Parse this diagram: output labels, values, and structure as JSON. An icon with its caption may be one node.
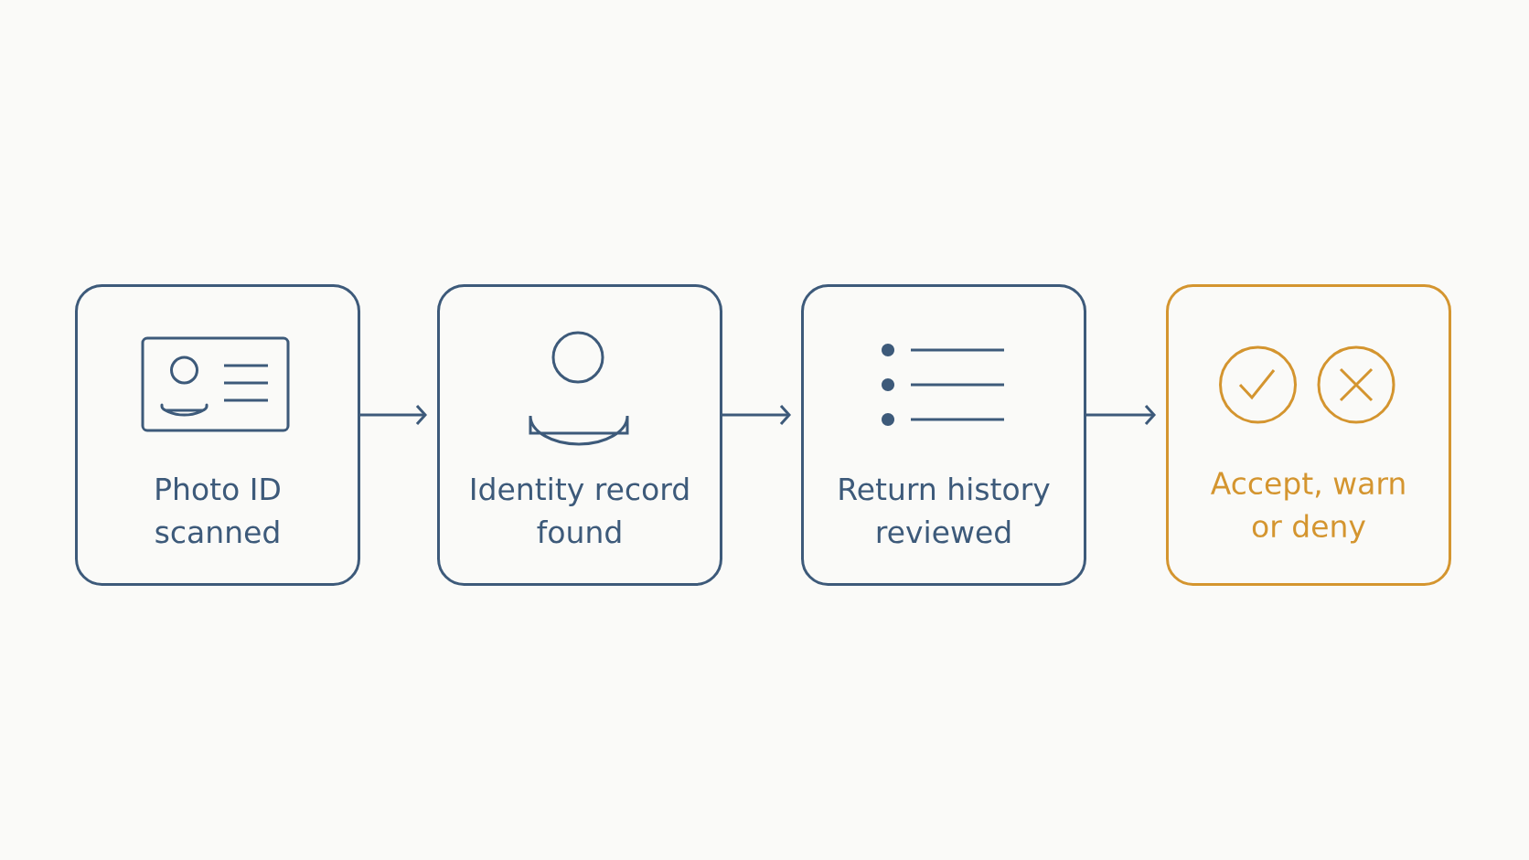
{
  "diagram": {
    "nodes": [
      {
        "text": [
          "Photo ID scanned"
        ]
      },
      {
        "text": [
          "Identity record found"
        ]
      },
      {
        "text": [
          "Return history reviewed"
        ]
      },
      {
        "text": [
          "Accept, warn or deny"
        ]
      }
    ],
    "edges": [
      {
        "from": 0,
        "to": 1,
        "arrow": "to"
      },
      {
        "from": 1,
        "to": 2,
        "arrow": "to"
      },
      {
        "from": 2,
        "to": 3,
        "arrow": "to"
      }
    ]
  }
}
